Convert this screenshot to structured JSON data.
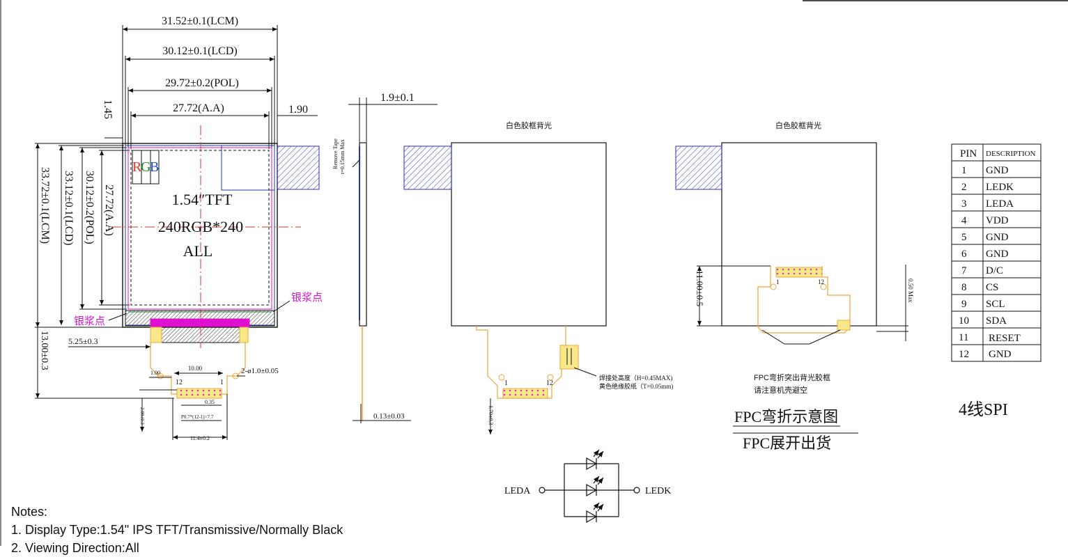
{
  "drawing": {
    "front_view": {
      "dims": {
        "lcm_width": "31.52±0.1(LCM)",
        "lcd_width": "30.12±0.1(LCD)",
        "pol_width": "29.72±0.2(POL)",
        "aa_width": "27.72(A.A)",
        "left_margin": "1.45",
        "right_margin": "1.90",
        "lcm_height": "33.72±0.1(LCM)",
        "lcd_height": "33.12±0.1(LCD)",
        "pol_height": "30.12±0.2(POL)",
        "aa_height": "27.72(A.A)",
        "fpc_length": "13.00±0.3",
        "fpc_offset": "5.25±0.3",
        "fpc_pitch_span": "10.00",
        "fpc_hole": "2-ø1.0±0.05",
        "fpc_small": "1.00",
        "fpc_035": "0.35",
        "fpc_pitch": "P0.7*(12-1)=7.7",
        "fpc_width": "11.4±0.2",
        "fpc_tail": "2.00±0.3",
        "pin_first": "12",
        "pin_last": "1"
      },
      "screen_text": {
        "size": "1.54″TFT",
        "resolution": "240RGB*240",
        "view": "ALL",
        "rgb": [
          "R",
          "G",
          "B"
        ]
      },
      "silver_dot_label": "银浆点",
      "rgb_colors": {
        "r": "#e8342b",
        "g": "#1e8c2e",
        "b": "#1f4fd1"
      }
    },
    "side_view": {
      "thickness": "1.9±0.1",
      "bottom": "0.13±0.03",
      "tape": "Remove Tape",
      "tape_t": "t=0.15mm Max"
    },
    "rear_view": {
      "title": "白色胶框背光",
      "weld_note": "焊接处高度（H=0.45MAX)",
      "tape_note": "黄色绝缘胶纸（T=0.05mm)",
      "pin_first": "1",
      "pin_last": "12",
      "fpc_tail": "1.70±0.3"
    },
    "bent_view": {
      "title": "白色胶框背光",
      "height": "11.00±0.5",
      "max": "0.50 Max",
      "pin_first": "1",
      "pin_last": "12",
      "note1": "FPC弯折突出背光胶框",
      "note2": "请注意机壳避空",
      "caption_bend": "FPC弯折示意图",
      "caption_ship": "FPC展开出货"
    },
    "interface": "4线SPI",
    "led_circuit": {
      "anode": "LEDA",
      "cathode": "LEDK"
    },
    "colors": {
      "line": "#111111",
      "center": "#e8342b",
      "magenta": "#e010d0",
      "fpc": "#f0a33a",
      "hatch": "#2a2ad0",
      "frame": "#1f3aa8"
    }
  },
  "pin_table": {
    "header": [
      "PIN",
      "DESCRIPTION"
    ],
    "rows": [
      [
        "1",
        "GND"
      ],
      [
        "2",
        "LEDK"
      ],
      [
        "3",
        "LEDA"
      ],
      [
        "4",
        "VDD"
      ],
      [
        "5",
        "GND"
      ],
      [
        "6",
        "GND"
      ],
      [
        "7",
        "D/C"
      ],
      [
        "8",
        "CS"
      ],
      [
        "9",
        "SCL"
      ],
      [
        "10",
        "SDA"
      ],
      [
        "11",
        "RESET"
      ],
      [
        "12",
        "GND"
      ]
    ]
  },
  "notes": {
    "title": "Notes:",
    "items": [
      "1. Display Type:1.54\" IPS TFT/Transmissive/Normally Black",
      "2. Viewing Direction:All"
    ]
  }
}
